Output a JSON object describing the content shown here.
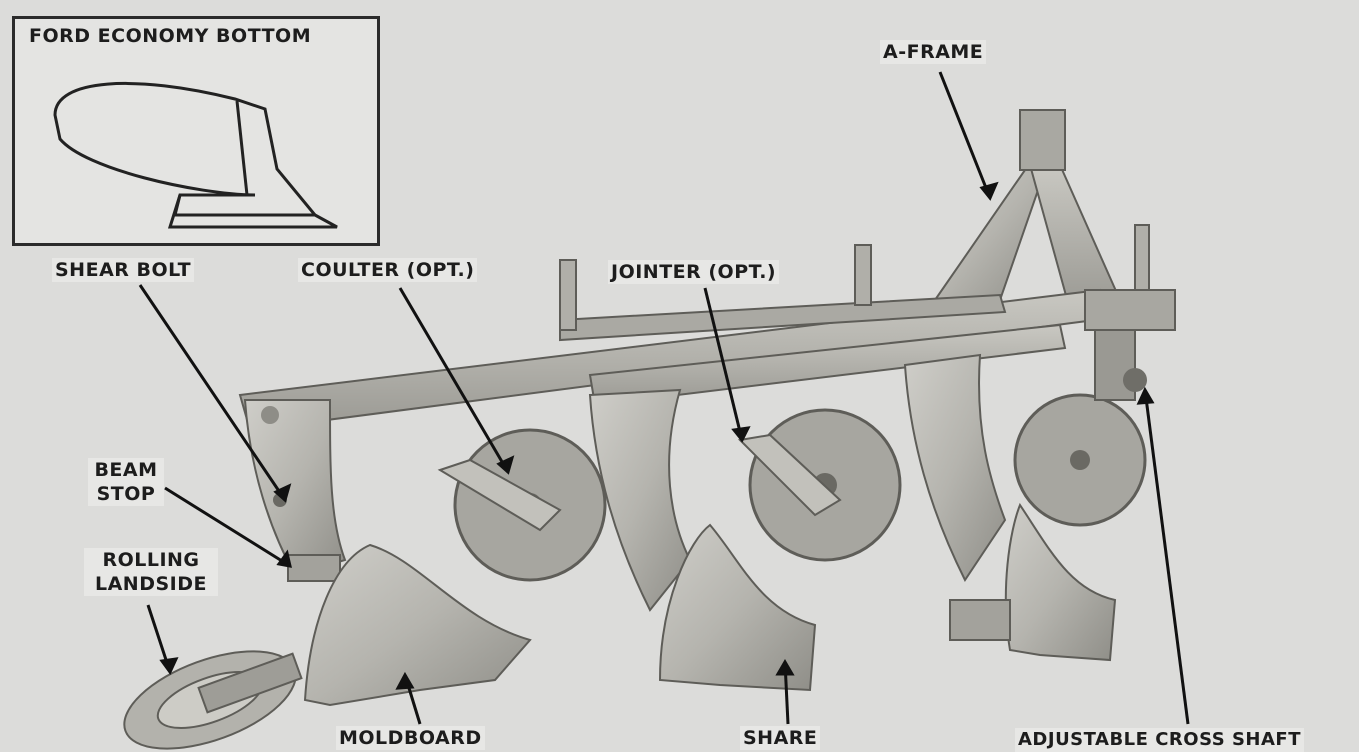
{
  "inset": {
    "title": "FORD ECONOMY BOTTOM"
  },
  "labels": {
    "a_frame": "A-FRAME",
    "shear_bolt": "SHEAR BOLT",
    "coulter": "COULTER (OPT.)",
    "jointer": "JOINTER (OPT.)",
    "beam_stop_line1": "BEAM",
    "beam_stop_line2": "STOP",
    "rolling_landside_line1": "ROLLING",
    "rolling_landside_line2": "LANDSIDE",
    "moldboard": "MOLDBOARD",
    "share": "SHARE",
    "adjustable_cross_shaft": "ADJUSTABLE CROSS SHAFT"
  },
  "colors": {
    "metal": "#b9b8b3",
    "metal_dark": "#77766f",
    "line": "#111111"
  }
}
